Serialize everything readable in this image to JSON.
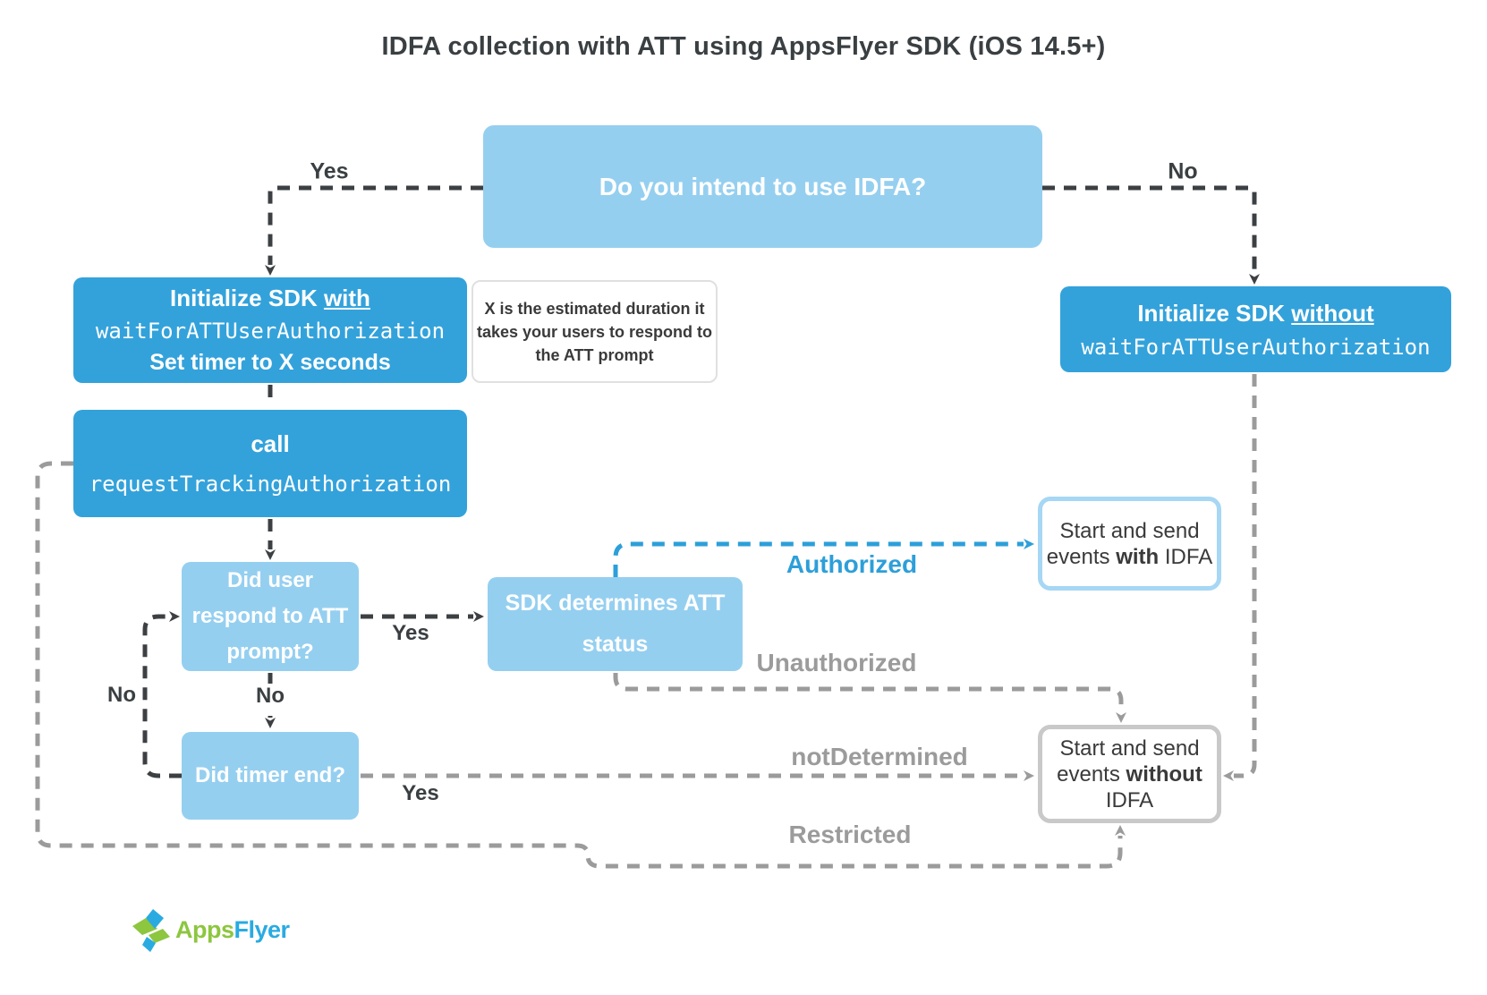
{
  "title": "IDFA collection with ATT using AppsFlyer SDK (iOS 14.5+)",
  "nodes": {
    "question": {
      "label": "Do you intend to use IDFA?"
    },
    "init_with": {
      "heading_pre": "Initialize SDK ",
      "heading_underlined": "with",
      "code": "waitForATTUserAuthorization",
      "subtext": "Set timer to X seconds"
    },
    "timer_note": {
      "lines": [
        "X is the estimated duration it",
        "takes your users to respond to",
        "the ATT prompt"
      ]
    },
    "init_without": {
      "heading_pre": "Initialize SDK ",
      "heading_underlined": "without",
      "code": "waitForATTUserAuthorization"
    },
    "call_request": {
      "heading": "call",
      "code": "requestTrackingAuthorization"
    },
    "did_user_respond": {
      "line1": "Did user",
      "line2": "respond to ATT",
      "line3": "prompt?"
    },
    "sdk_determines": {
      "line1": "SDK determines ATT",
      "line2": "status"
    },
    "did_timer_end": {
      "label": "Did timer end?"
    },
    "with_idfa": {
      "line1": "Start and send",
      "line2_pre": "events ",
      "line2_bold": "with",
      "line2_post": " IDFA"
    },
    "without_idfa": {
      "line1": "Start and send",
      "line2_pre": "events ",
      "line2_bold": "without",
      "line3": "IDFA"
    }
  },
  "edge_labels": {
    "yes_top": "Yes",
    "no_top": "No",
    "yes_user": "Yes",
    "no_user": "No",
    "no_timer": "No",
    "yes_timer": "Yes",
    "authorized": "Authorized",
    "unauthorized": "Unauthorized",
    "not_determined": "notDetermined",
    "restricted": "Restricted"
  },
  "colors": {
    "node_blue": "#33a2db",
    "node_light_blue": "#95cff0",
    "outcome_with_border": "#a6d7f4",
    "outcome_without_border": "#c9c9c9",
    "line_dark": "#3c4043",
    "line_gray": "#9b9b9b",
    "line_blue": "#2d9fd9",
    "logo_green": "#8dc63f",
    "logo_blue": "#29abe2"
  },
  "logo": {
    "part1": "Apps",
    "part2": "Flyer"
  }
}
